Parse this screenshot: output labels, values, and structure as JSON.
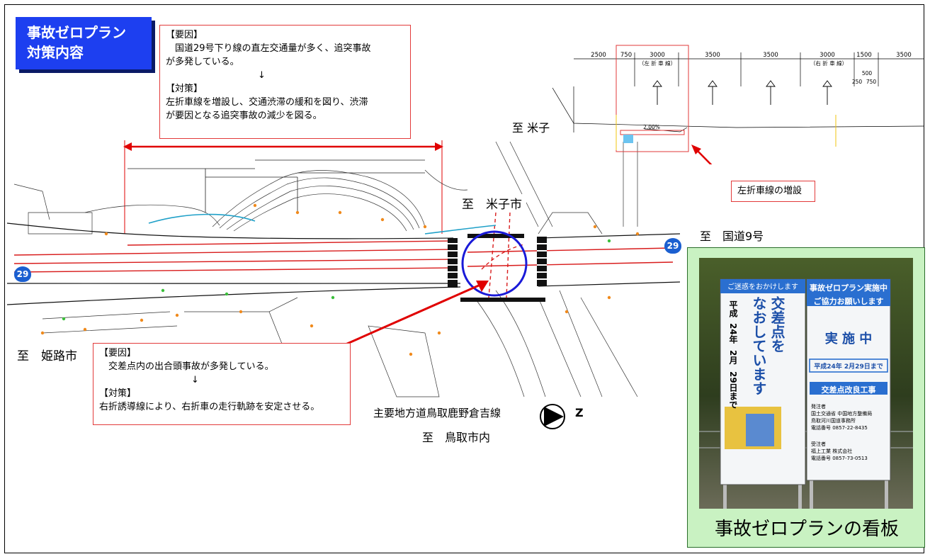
{
  "title_box": {
    "line1": "事故ゼロプラン",
    "line2": "対策内容"
  },
  "top_note": {
    "cause_heading": "【要因】",
    "cause_line1": "　国道29号下り線の直左交通量が多く、追突事故",
    "cause_line2": "が多発している。",
    "arrow": "↓",
    "measure_heading": "【対策】",
    "measure_line1": "左折車線を増設し、交通渋滞の緩和を図り、渋滞",
    "measure_line2": "が要因となる追突事故の減少を図る。"
  },
  "bottom_note": {
    "cause_heading": "【要因】",
    "cause_line1": "　交差点内の出合頭事故が多発している。",
    "arrow": "↓",
    "measure_heading": "【対策】",
    "measure_line1": "右折誘導線により、右折車の走行軌跡を安定させる。"
  },
  "places": {
    "yonago": "至 米子",
    "yonago_city": "至　米子市",
    "route9": "至　国道9号",
    "himeji": "至　姫路市",
    "prefectural_road": "主要地方道鳥取鹿野倉吉線",
    "tottori": "至　鳥取市内",
    "north": "Z",
    "route_shield": "29"
  },
  "cross_section": {
    "widths": [
      "2500",
      "750",
      "3000",
      "3500",
      "3500",
      "3000",
      "1500",
      "3500"
    ],
    "sub_widths": [
      "500",
      "250",
      "750"
    ],
    "left_lane": "（左 折 車 線）",
    "right_lane": "（右 折 車 線）",
    "slope": "2.00%",
    "callout": "左折車線の増設"
  },
  "sign_photo": {
    "caption": "事故ゼロプランの看板",
    "left_header": "ご迷惑をおかけします",
    "left_big": [
      "交差点を",
      "なおしています"
    ],
    "left_date": [
      "平成",
      "24年",
      "2月",
      "29日まで"
    ],
    "right_header": "事故ゼロプラン実施中",
    "right_sub": "ご協力お願いします",
    "right_big": "実 施 中",
    "right_date": "平成24年 2月29日まで",
    "right_work": "交差点改良工事",
    "right_owner_lines": [
      "発注者",
      "国土交通省 中国地方整備局",
      "鳥取河川国道事務所",
      "電話番号 0857-22-8435"
    ],
    "right_contractor_lines": [
      "受注者",
      "福上工業 株式会社",
      "電話番号 0857-73-0513"
    ]
  },
  "colors": {
    "title_bg": "#1d3ff0",
    "callout_border": "#e23a3a",
    "arrow": "#e00000",
    "circle": "#1a1ad8",
    "panel_bg": "#c9f2c2"
  }
}
